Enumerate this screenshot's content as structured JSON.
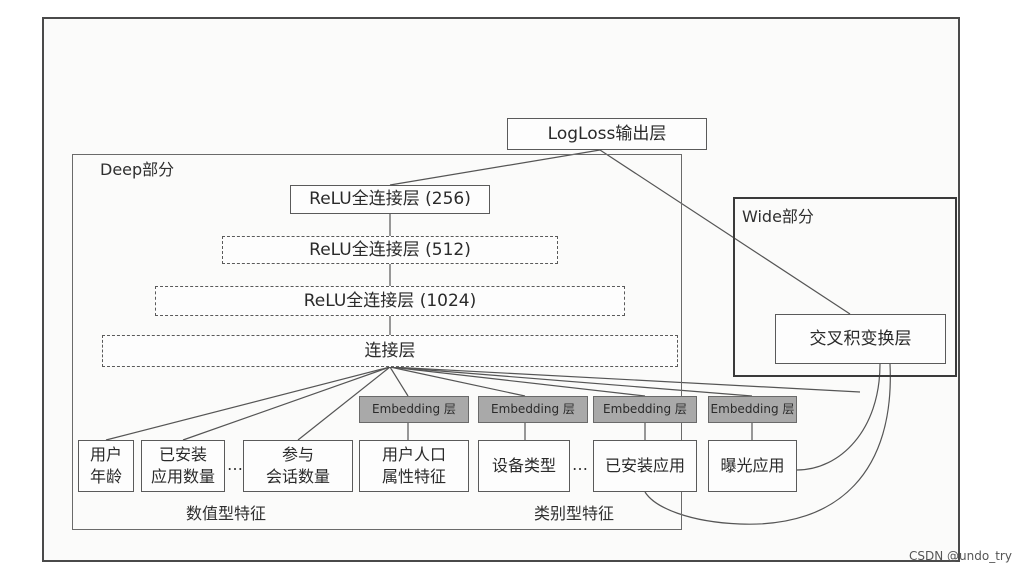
{
  "output_layer": "LogLoss输出层",
  "deep_part": {
    "label": "Deep部分",
    "layers": [
      "ReLU全连接层 (256)",
      "ReLU全连接层 (512)",
      "ReLU全连接层 (1024)",
      "连接层"
    ]
  },
  "wide_part": {
    "label": "Wide部分",
    "cross_layer": "交叉积变换层"
  },
  "embedding_label": "Embedding 层",
  "numeric_features": {
    "caption": "数值型特征",
    "items": [
      "用户\n年龄",
      "已安装\n应用数量",
      "参与\n会话数量"
    ]
  },
  "categorical_features": {
    "caption": "类别型特征",
    "items": [
      "用户人口\n属性特征",
      "设备类型",
      "已安装应用",
      "曝光应用"
    ]
  },
  "ellipsis": "…",
  "watermark": "CSDN @undo_try"
}
